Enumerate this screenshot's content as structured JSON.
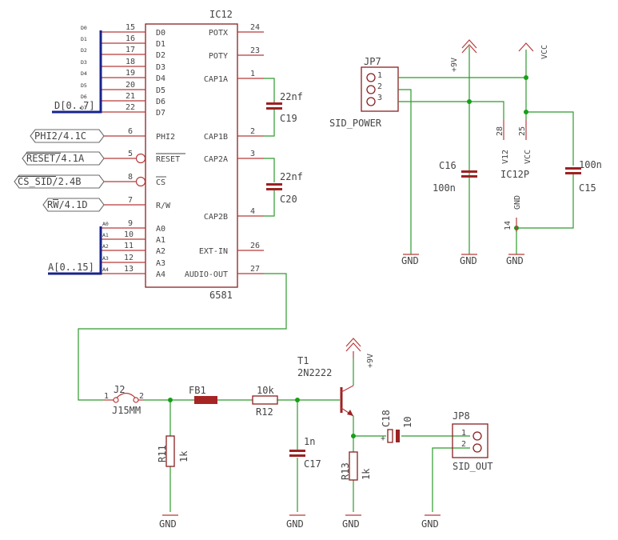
{
  "ic12": {
    "name": "IC12",
    "part": "6581",
    "left_pins": [
      {
        "num": "15",
        "label": "D0"
      },
      {
        "num": "16",
        "label": "D1"
      },
      {
        "num": "17",
        "label": "D2"
      },
      {
        "num": "18",
        "label": "D3"
      },
      {
        "num": "19",
        "label": "D4"
      },
      {
        "num": "20",
        "label": "D5"
      },
      {
        "num": "21",
        "label": "D6"
      },
      {
        "num": "22",
        "label": "D7"
      },
      {
        "num": "6",
        "label": "PHI2"
      },
      {
        "num": "5",
        "label": "RESET"
      },
      {
        "num": "8",
        "label": "CS"
      },
      {
        "num": "7",
        "label": "R/W"
      },
      {
        "num": "9",
        "label": "A0"
      },
      {
        "num": "10",
        "label": "A1"
      },
      {
        "num": "11",
        "label": "A2"
      },
      {
        "num": "12",
        "label": "A3"
      },
      {
        "num": "13",
        "label": "A4"
      }
    ],
    "right_pins": [
      {
        "num": "24",
        "label": "POTX"
      },
      {
        "num": "23",
        "label": "POTY"
      },
      {
        "num": "1",
        "label": "CAP1A"
      },
      {
        "num": "2",
        "label": "CAP1B"
      },
      {
        "num": "3",
        "label": "CAP2A"
      },
      {
        "num": "4",
        "label": "CAP2B"
      },
      {
        "num": "26",
        "label": "EXT-IN"
      },
      {
        "num": "27",
        "label": "AUDIO-OUT"
      }
    ]
  },
  "buses": {
    "data_taps": [
      "D0",
      "D1",
      "D2",
      "D3",
      "D4",
      "D5",
      "D6",
      "D7"
    ],
    "data_label": "D[0..7]",
    "addr_taps": [
      "A0",
      "A1",
      "A2",
      "A3",
      "A4"
    ],
    "addr_label": "A[0..15]"
  },
  "signals": {
    "phi2": "PHI2/4.1C",
    "reset": "RESET/4.1A",
    "cs": "CS_SID/2.4B",
    "rw": "RW/4.1D"
  },
  "caps": {
    "c19": {
      "name": "C19",
      "value": "22nf"
    },
    "c20": {
      "name": "C20",
      "value": "22nf"
    },
    "c16": {
      "name": "C16",
      "value": "100n"
    },
    "c15": {
      "name": "C15",
      "value": "100n"
    },
    "c17": {
      "name": "C17",
      "value": "1n"
    },
    "c18": {
      "name": "C18",
      "value": "10"
    }
  },
  "jp7": {
    "name": "JP7",
    "label": "SID_POWER",
    "pins": [
      "1",
      "2",
      "3"
    ]
  },
  "ic12p": {
    "name": "IC12P",
    "pin_v12_num": "28",
    "pin_v12": "V12",
    "pin_vcc_num": "25",
    "pin_vcc": "VCC",
    "pin_gnd_num": "14",
    "pin_gnd": "GND"
  },
  "power": {
    "plus9v": "+9V",
    "vcc": "VCC",
    "gnd": "GND"
  },
  "j2": {
    "name": "J2",
    "value": "J15MM",
    "pin1": "1",
    "pin2": "2"
  },
  "fb1": {
    "name": "FB1"
  },
  "r12": {
    "name": "R12",
    "value": "10k"
  },
  "r11": {
    "name": "R11",
    "value": "1k"
  },
  "r13": {
    "name": "R13",
    "value": "1k"
  },
  "t1": {
    "name": "T1",
    "value": "2N2222"
  },
  "jp8": {
    "name": "JP8",
    "label": "SID_OUT",
    "pins": [
      "1",
      "2"
    ]
  }
}
